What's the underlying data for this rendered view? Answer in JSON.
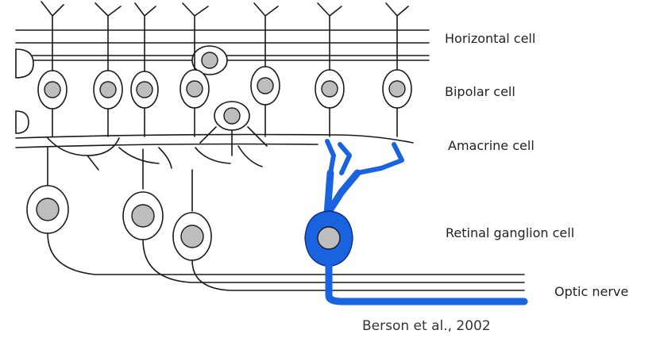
{
  "labels": {
    "horizontal": "Horizontal cell",
    "bipolar": "Bipolar cell",
    "amacrine": "Amacrine cell",
    "ganglion": "Retinal ganglion cell",
    "optic_nerve": "Optic nerve"
  },
  "citation": "Berson et al., 2002",
  "colors": {
    "highlight": "#1a63e0",
    "nucleus": "#bdbdbd",
    "outline": "#1a1a1a"
  }
}
